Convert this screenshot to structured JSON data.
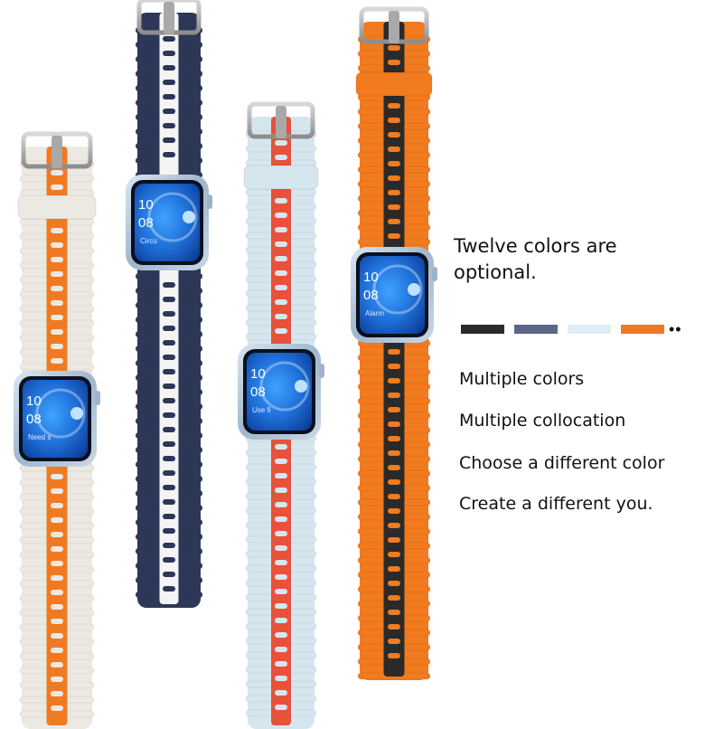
{
  "headline": {
    "line1": "Twelve colors are",
    "line2": "optional."
  },
  "color_swatches": [
    {
      "name": "black",
      "color": "#2b2b2b"
    },
    {
      "name": "slate",
      "color": "#5d6686"
    },
    {
      "name": "ice-white",
      "color": "#dfeef5"
    },
    {
      "name": "orange",
      "color": "#f0782a"
    }
  ],
  "more_colors": "••",
  "taglines": [
    "Multiple colors",
    "Multiple collocation",
    "Choose a different color",
    "Create a different you."
  ],
  "watches": [
    {
      "name": "starlight-orange",
      "band": "#ece8e2",
      "stripe": "#f07a22",
      "time_hour": "10",
      "time_min": "08",
      "caption": "Need s"
    },
    {
      "name": "navy-white",
      "band": "#2d3858",
      "stripe": "#f4f4f4",
      "time_hour": "10",
      "time_min": "08",
      "caption": "Circu"
    },
    {
      "name": "ice-red",
      "band": "#d6e6ee",
      "stripe": "#e8513a",
      "time_hour": "10",
      "time_min": "08",
      "caption": "Use fi"
    },
    {
      "name": "orange-black",
      "band": "#f27a1f",
      "stripe": "#2a2a2a",
      "time_hour": "10",
      "time_min": "08",
      "caption": "Alarm"
    }
  ]
}
